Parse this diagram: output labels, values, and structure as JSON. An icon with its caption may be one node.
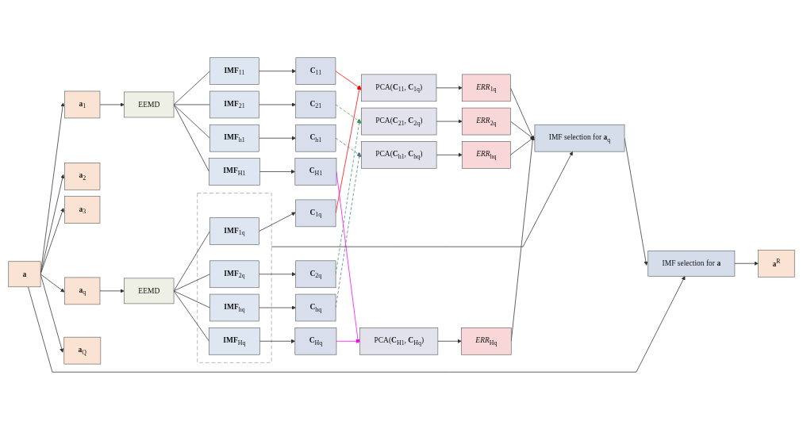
{
  "diagram": {
    "nodes": [
      {
        "text": [
          "**a**"
        ]
      },
      {
        "text": [
          "**a**$_{1}$"
        ]
      },
      {
        "text": [
          "**a**$_{2}$"
        ]
      },
      {
        "text": [
          "**a**$_{3}$"
        ]
      },
      {
        "text": [
          "**a**$_{q}$"
        ]
      },
      {
        "text": [
          "**a**$_{Q}$"
        ]
      },
      {
        "text": [
          "EEMD"
        ]
      },
      {
        "text": [
          "EEMD"
        ]
      },
      {
        "text": [
          "**IMF**$_{11}$"
        ]
      },
      {
        "text": [
          "**IMF**$_{21}$"
        ]
      },
      {
        "text": [
          "**IMF**$_{h1}$"
        ]
      },
      {
        "text": [
          "**IMF**$_{H1}$"
        ]
      },
      {
        "text": [],
        "shape": "box"
      },
      {
        "text": [
          "**IMF**$_{1q}$"
        ],
        "in": 12
      },
      {
        "text": [
          "**IMF**$_{2q}$"
        ],
        "in": 12
      },
      {
        "text": [
          "**IMF**$_{hq}$"
        ],
        "in": 12
      },
      {
        "text": [
          "**IMF**$_{Hq}$"
        ],
        "in": 12
      },
      {
        "text": [
          "**C**$_{11}$"
        ]
      },
      {
        "text": [
          "**C**$_{21}$"
        ]
      },
      {
        "text": [
          "**C**$_{h1}$"
        ]
      },
      {
        "text": [
          "**C**$_{H1}$"
        ]
      },
      {
        "text": [
          "**C**$_{1q}$"
        ]
      },
      {
        "text": [
          "**C**$_{2q}$"
        ]
      },
      {
        "text": [
          "**C**$_{hq}$"
        ]
      },
      {
        "text": [
          "**C**$_{Hq}$"
        ]
      },
      {
        "text": [
          "PCA(**C**$_{11}$, **C**$_{1q}$)"
        ]
      },
      {
        "text": [
          "PCA(**C**$_{21}$, **C**$_{2q}$)"
        ]
      },
      {
        "text": [
          "PCA(**C**$_{h1}$, **C**$_{hq}$)"
        ]
      },
      {
        "text": [
          "PCA(**C**$_{H1}$, **C**$_{Hq}$)"
        ]
      },
      {
        "text": [
          "*ERR*$_{1q}$"
        ]
      },
      {
        "text": [
          "*ERR*$_{2q}$"
        ]
      },
      {
        "text": [
          "*ERR*$_{hq}$"
        ]
      },
      {
        "text": [
          "*ERR*$_{Hq}$"
        ]
      },
      {
        "text": [
          "IMF selection for **a**$_{q}$"
        ]
      },
      {
        "text": [
          "IMF selection for **a**"
        ]
      },
      {
        "text": [
          "**a**$^{R}$"
        ]
      }
    ],
    "edges": [
      {
        "from": 0,
        "to": 1,
        "arrow": "to"
      },
      {
        "from": 0,
        "to": 2,
        "arrow": "to"
      },
      {
        "from": 0,
        "to": 3,
        "arrow": "to"
      },
      {
        "from": 0,
        "to": 4,
        "arrow": "to"
      },
      {
        "from": 0,
        "to": 5,
        "arrow": "to"
      },
      {
        "from": 0,
        "to": 34,
        "arrow": "to"
      },
      {
        "from": 1,
        "to": 6,
        "arrow": "to"
      },
      {
        "from": 4,
        "to": 7,
        "arrow": "to"
      },
      {
        "from": 6,
        "to": 8,
        "arrow": "none"
      },
      {
        "from": 6,
        "to": 9,
        "arrow": "none"
      },
      {
        "from": 6,
        "to": 10,
        "arrow": "none"
      },
      {
        "from": 6,
        "to": 11,
        "arrow": "none"
      },
      {
        "from": 7,
        "to": 13,
        "arrow": "none"
      },
      {
        "from": 7,
        "to": 14,
        "arrow": "none"
      },
      {
        "from": 7,
        "to": 15,
        "arrow": "none"
      },
      {
        "from": 7,
        "to": 16,
        "arrow": "none"
      },
      {
        "from": 8,
        "to": 17,
        "arrow": "to"
      },
      {
        "from": 9,
        "to": 18,
        "arrow": "to"
      },
      {
        "from": 10,
        "to": 19,
        "arrow": "to"
      },
      {
        "from": 11,
        "to": 20,
        "arrow": "to"
      },
      {
        "from": 13,
        "to": 21,
        "arrow": "to"
      },
      {
        "from": 14,
        "to": 22,
        "arrow": "to"
      },
      {
        "from": 15,
        "to": 23,
        "arrow": "to"
      },
      {
        "from": 16,
        "to": 24,
        "arrow": "to"
      },
      {
        "from": 17,
        "to": 25,
        "arrow": "to",
        "color": "#ff0000"
      },
      {
        "from": 21,
        "to": 25,
        "arrow": "to",
        "color": "#ff0000"
      },
      {
        "from": 18,
        "to": 26,
        "arrow": "to",
        "style": "dashed",
        "color": "#2e9e5e"
      },
      {
        "from": 22,
        "to": 26,
        "arrow": "to",
        "style": "dashed",
        "color": "#2e9e5e"
      },
      {
        "from": 19,
        "to": 27,
        "arrow": "to",
        "style": "dashed",
        "color": "#4f7696"
      },
      {
        "from": 23,
        "to": 27,
        "arrow": "to",
        "style": "dashed",
        "color": "#4f7696"
      },
      {
        "from": 20,
        "to": 28,
        "arrow": "to",
        "color": "#ff00ff"
      },
      {
        "from": 24,
        "to": 28,
        "arrow": "to",
        "color": "#ff00ff"
      },
      {
        "from": 25,
        "to": 29,
        "arrow": "to"
      },
      {
        "from": 26,
        "to": 30,
        "arrow": "to"
      },
      {
        "from": 27,
        "to": 31,
        "arrow": "to"
      },
      {
        "from": 28,
        "to": 32,
        "arrow": "to"
      },
      {
        "from": 29,
        "to": 33,
        "arrow": "to"
      },
      {
        "from": 30,
        "to": 33,
        "arrow": "to"
      },
      {
        "from": 31,
        "to": 33,
        "arrow": "to"
      },
      {
        "from": 32,
        "to": 33,
        "arrow": "to"
      },
      {
        "from": 12,
        "to": 33,
        "arrow": "to"
      },
      {
        "from": 33,
        "to": 34,
        "arrow": "to"
      },
      {
        "from": 34,
        "to": 35,
        "arrow": "to"
      }
    ]
  }
}
